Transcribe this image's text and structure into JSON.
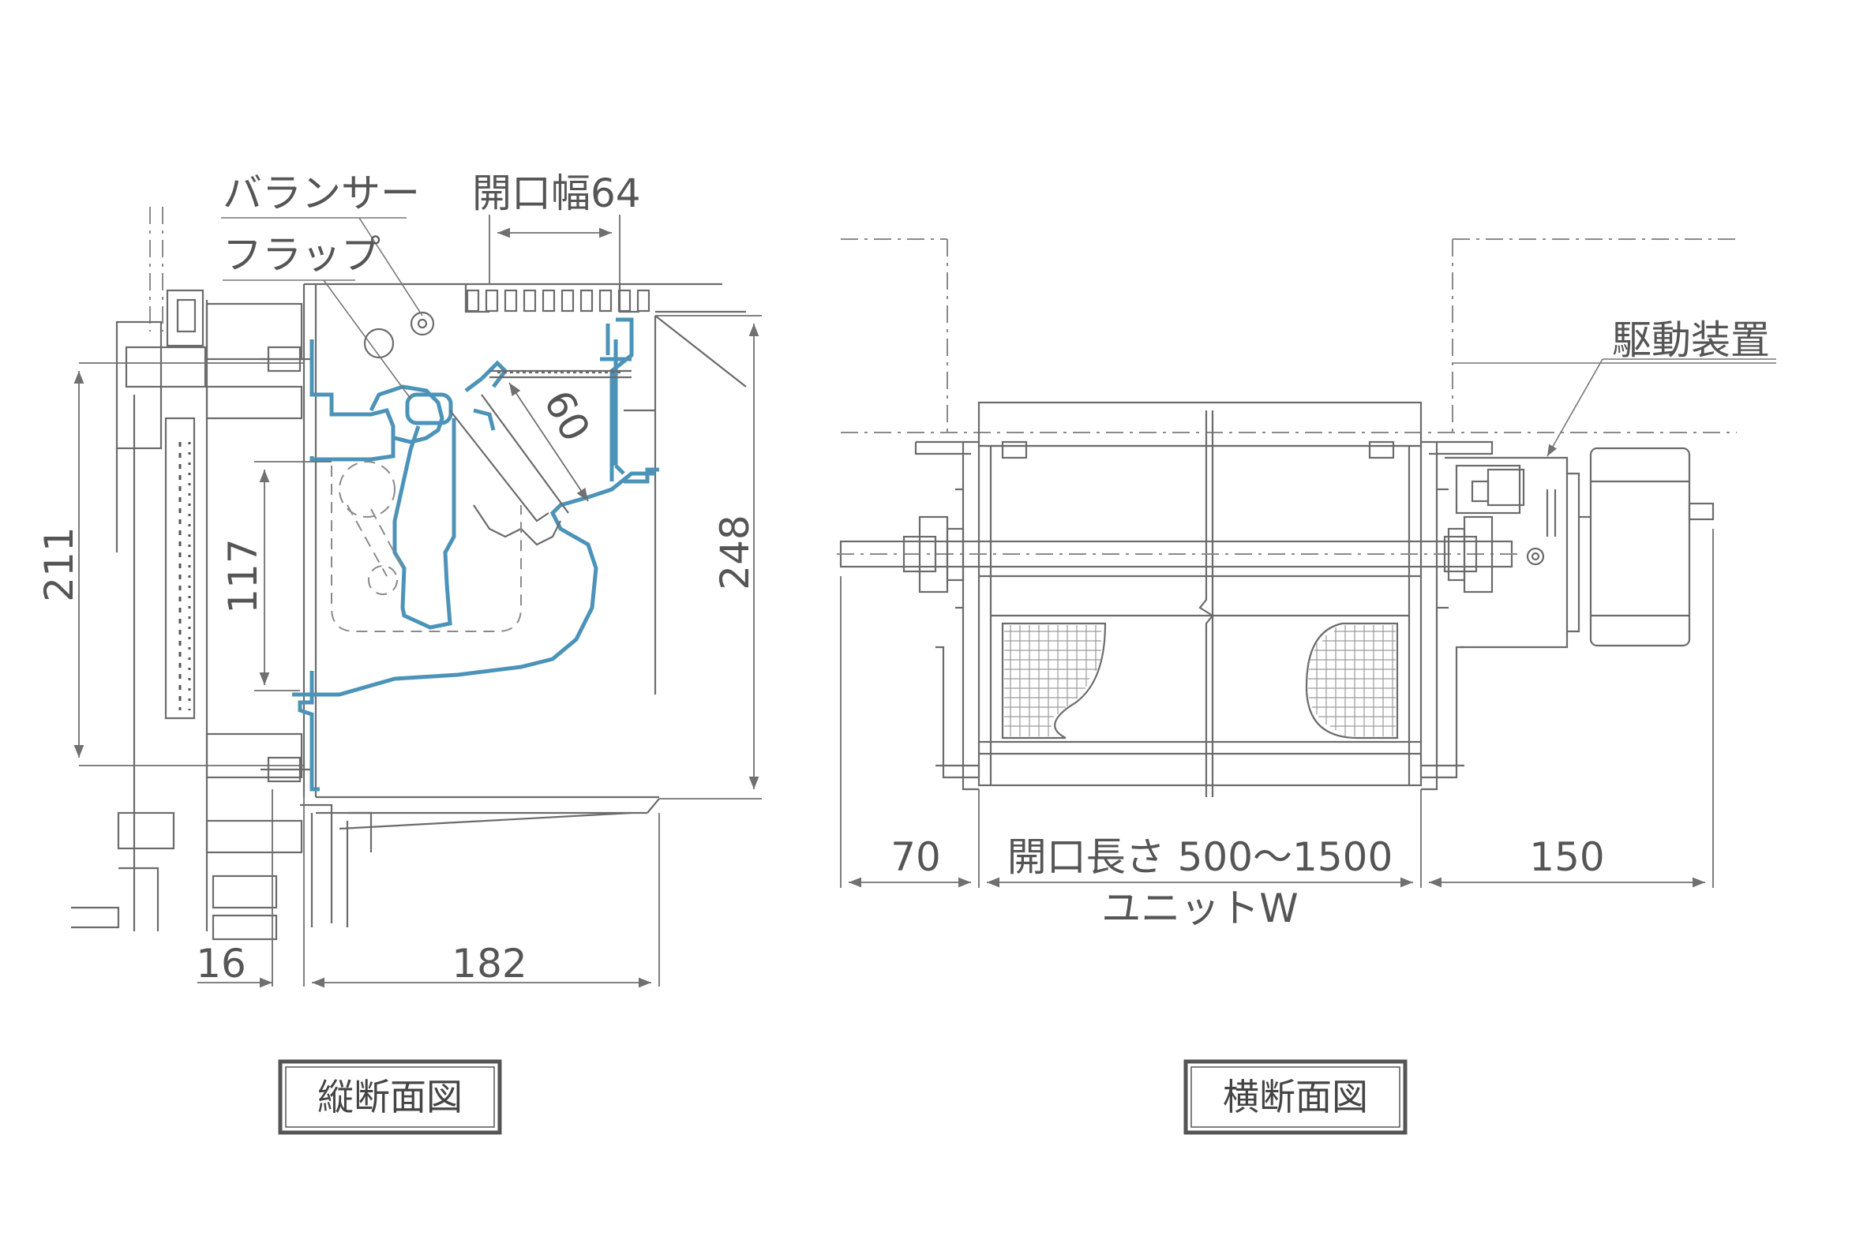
{
  "vertical_section": {
    "title": "縦断面図",
    "labels": {
      "balancer": "バランサー",
      "flap": "フラップ",
      "opening_width": "開口幅64"
    },
    "dimensions": {
      "d211": "211",
      "d117": "117",
      "d248": "248",
      "d60": "60",
      "d16": "16",
      "d182": "182"
    }
  },
  "horizontal_section": {
    "title": "横断面図",
    "labels": {
      "drive_unit": "駆動装置",
      "unit_w": "ユニットW"
    },
    "dimensions": {
      "d70": "70",
      "opening_length": "開口長さ 500～1500",
      "d150": "150"
    }
  },
  "colors": {
    "line": "#6b6b6b",
    "highlight_blue": "#4b93b8",
    "text": "#555555"
  }
}
